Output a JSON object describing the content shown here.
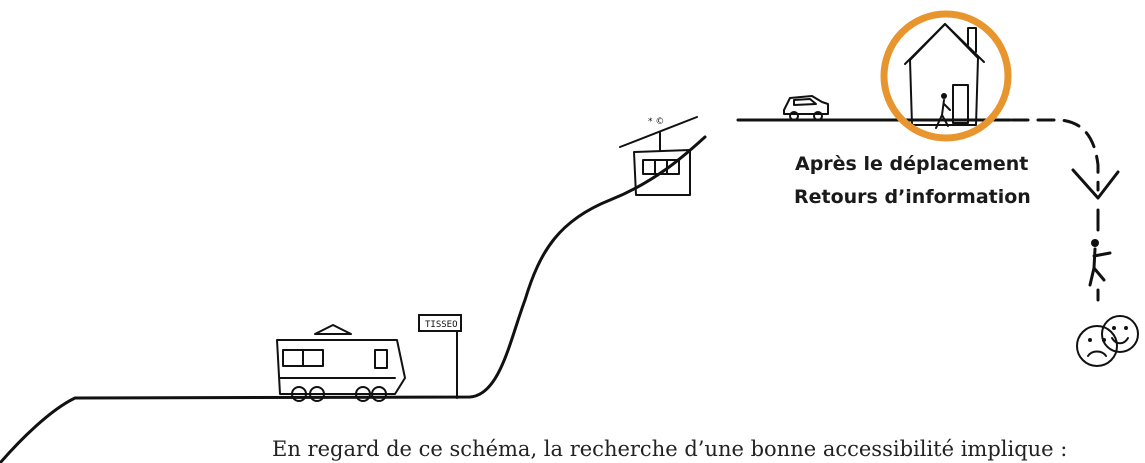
{
  "annotation": {
    "line1": "Après le déplacement",
    "line2": "Retours d’information"
  },
  "sign_label": "TISSEO",
  "footnote": "En regard de ce schéma, la recherche d’une bonne accessibilité implique :",
  "colors": {
    "highlight": "#E8952E",
    "ink": "#111111"
  },
  "icons": [
    "tram-icon",
    "bus-stop-sign-icon",
    "cable-car-icon",
    "car-icon",
    "house-icon",
    "walking-person-icon",
    "sad-face-icon",
    "happy-face-icon"
  ]
}
